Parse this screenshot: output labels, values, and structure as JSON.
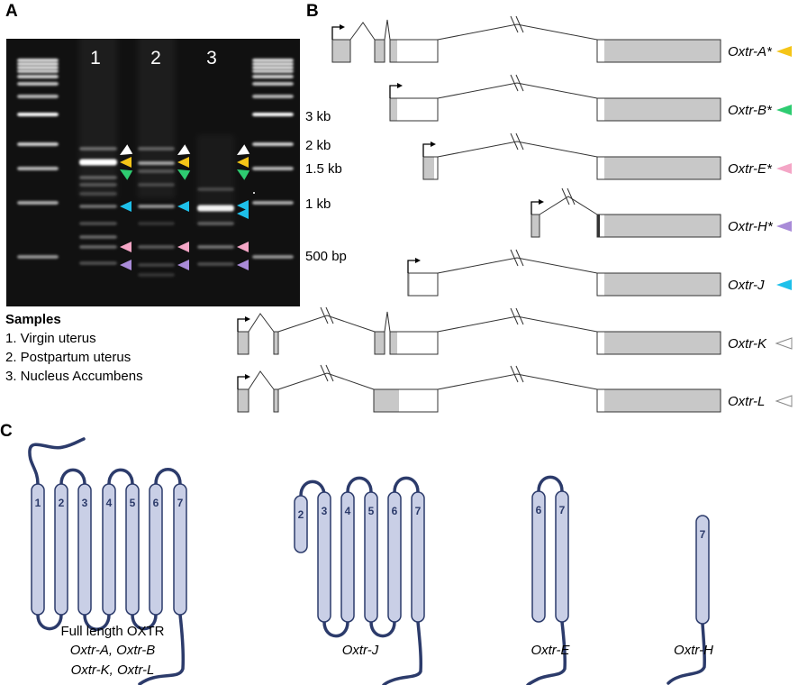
{
  "panels": {
    "a": "A",
    "b": "B",
    "c": "C"
  },
  "gel": {
    "lanes": [
      "1",
      "2",
      "3"
    ],
    "size_markers": [
      "3 kb",
      "2 kb",
      "1.5 kb",
      "1 kb",
      "500 bp"
    ]
  },
  "samples": {
    "title": "Samples",
    "items": [
      "1. Virgin uterus",
      "2. Postpartum uterus",
      "3. Nucleus Accumbens"
    ]
  },
  "isoforms": [
    {
      "label": "Oxtr-A*",
      "marker_color": "#f5c518",
      "filled": true
    },
    {
      "label": "Oxtr-B*",
      "marker_color": "#2ecc71",
      "filled": true
    },
    {
      "label": "Oxtr-E*",
      "marker_color": "#f4a6c6",
      "filled": true
    },
    {
      "label": "Oxtr-H*",
      "marker_color": "#a98bd8",
      "filled": true
    },
    {
      "label": "Oxtr-J",
      "marker_color": "#1ec0ea",
      "filled": true
    },
    {
      "label": "Oxtr-K",
      "marker_color": "#888888",
      "filled": false
    },
    {
      "label": "Oxtr-L",
      "marker_color": "#888888",
      "filled": false
    }
  ],
  "proteins": {
    "full": {
      "title": "Full length OXTR",
      "line1": "Oxtr-A, Oxtr-B",
      "line2": "Oxtr-K, Oxtr-L",
      "helices": [
        "1",
        "2",
        "3",
        "4",
        "5",
        "6",
        "7"
      ]
    },
    "j": {
      "title": "Oxtr-J",
      "helices": [
        "2",
        "3",
        "4",
        "5",
        "6",
        "7"
      ]
    },
    "e": {
      "title": "Oxtr-E",
      "helices": [
        "6",
        "7"
      ]
    },
    "h": {
      "title": "Oxtr-H",
      "helices": [
        "7"
      ]
    }
  },
  "colors": {
    "helix_fill": "#c9cfe6",
    "helix_stroke": "#2c3b6b",
    "exon_fill": "#c8c8c8",
    "gel_bg": "#111111"
  }
}
